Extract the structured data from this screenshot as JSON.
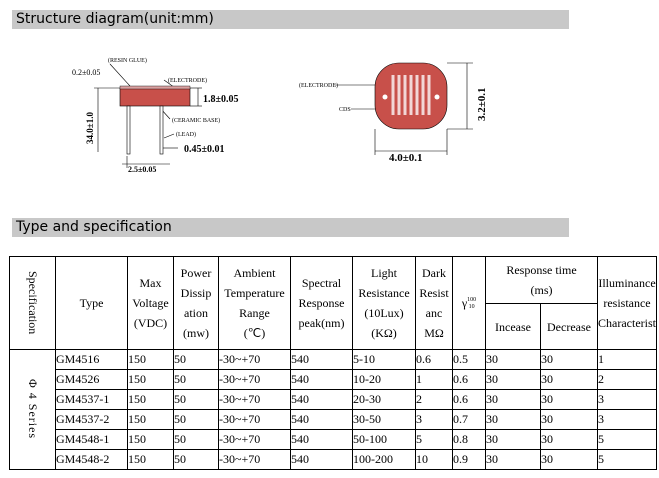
{
  "section1": {
    "title": "Structure diagram(unit:mm)"
  },
  "diagram_left": {
    "dim_top": "0.2±0.05",
    "resin_label": "(RESIN GLUE)",
    "electrode_label": "(ELECTRODE)",
    "dim_electrode": "1.8±0.05",
    "ceramic_label": "(CERAMIC BASE)",
    "lead_label": "(LEAD)",
    "dim_lead": "0.45±0.01",
    "dim_height": "34.0±1.0",
    "dim_pitch": "2.5±0.05"
  },
  "diagram_right": {
    "electrode_label": "(ELECTRODE)",
    "cds_label": "CDS",
    "dim_height": "3.2±0.1",
    "dim_width": "4.0±0.1"
  },
  "section2": {
    "title": "Type and specification"
  },
  "table": {
    "headers": {
      "specification": "Specification",
      "type": "Type",
      "max_voltage": [
        "Max",
        "Voltage",
        "(VDC)"
      ],
      "power": [
        "Power",
        "Dissip",
        "ation",
        "(mw)"
      ],
      "ambient": [
        "Ambient",
        "Temperature",
        "Range",
        "(℃)"
      ],
      "spectral": [
        "Spectral",
        "Response",
        "peak(nm)"
      ],
      "light_res": [
        "Light",
        "Resistance",
        "(10Lux)",
        "(KΩ)"
      ],
      "dark_res": [
        "Dark",
        "Resist",
        "anc",
        "MΩ"
      ],
      "gamma_symbol": "γ",
      "gamma_sup": "100",
      "gamma_sub": "10",
      "response_time": "Response time",
      "response_unit": "(ms)",
      "increase": "Incease",
      "decrease": "Decrease",
      "illuminance": [
        "Illuminance",
        "resistance",
        "Characterist"
      ]
    },
    "series": "Φ 4 Series",
    "rows": [
      {
        "type": "GM4516",
        "voltage": "150",
        "power": "50",
        "temp": "-30~+70",
        "spectral": "540",
        "light": "5-10",
        "dark": "0.6",
        "gamma": "0.5",
        "inc": "30",
        "dec": "30",
        "ill": "1"
      },
      {
        "type": "GM4526",
        "voltage": "150",
        "power": "50",
        "temp": "-30~+70",
        "spectral": "540",
        "light": "10-20",
        "dark": "1",
        "gamma": "0.6",
        "inc": "30",
        "dec": "30",
        "ill": "2"
      },
      {
        "type": "GM4537-1",
        "voltage": "150",
        "power": "50",
        "temp": "-30~+70",
        "spectral": "540",
        "light": "20-30",
        "dark": "2",
        "gamma": "0.6",
        "inc": "30",
        "dec": "30",
        "ill": "3"
      },
      {
        "type": "GM4537-2",
        "voltage": "150",
        "power": "50",
        "temp": "-30~+70",
        "spectral": "540",
        "light": "30-50",
        "dark": "3",
        "gamma": "0.7",
        "inc": "30",
        "dec": "30",
        "ill": "3"
      },
      {
        "type": "GM4548-1",
        "voltage": "150",
        "power": "50",
        "temp": "-30~+70",
        "spectral": "540",
        "light": "50-100",
        "dark": "5",
        "gamma": "0.8",
        "inc": "30",
        "dec": "30",
        "ill": "5"
      },
      {
        "type": "GM4548-2",
        "voltage": "150",
        "power": "50",
        "temp": "-30~+70",
        "spectral": "540",
        "light": "100-200",
        "dark": "10",
        "gamma": "0.9",
        "inc": "30",
        "dec": "30",
        "ill": "5"
      }
    ]
  },
  "colors": {
    "body": "#c8504a",
    "electrode": "#d9a0a0",
    "bar": "#c8c8c8"
  }
}
